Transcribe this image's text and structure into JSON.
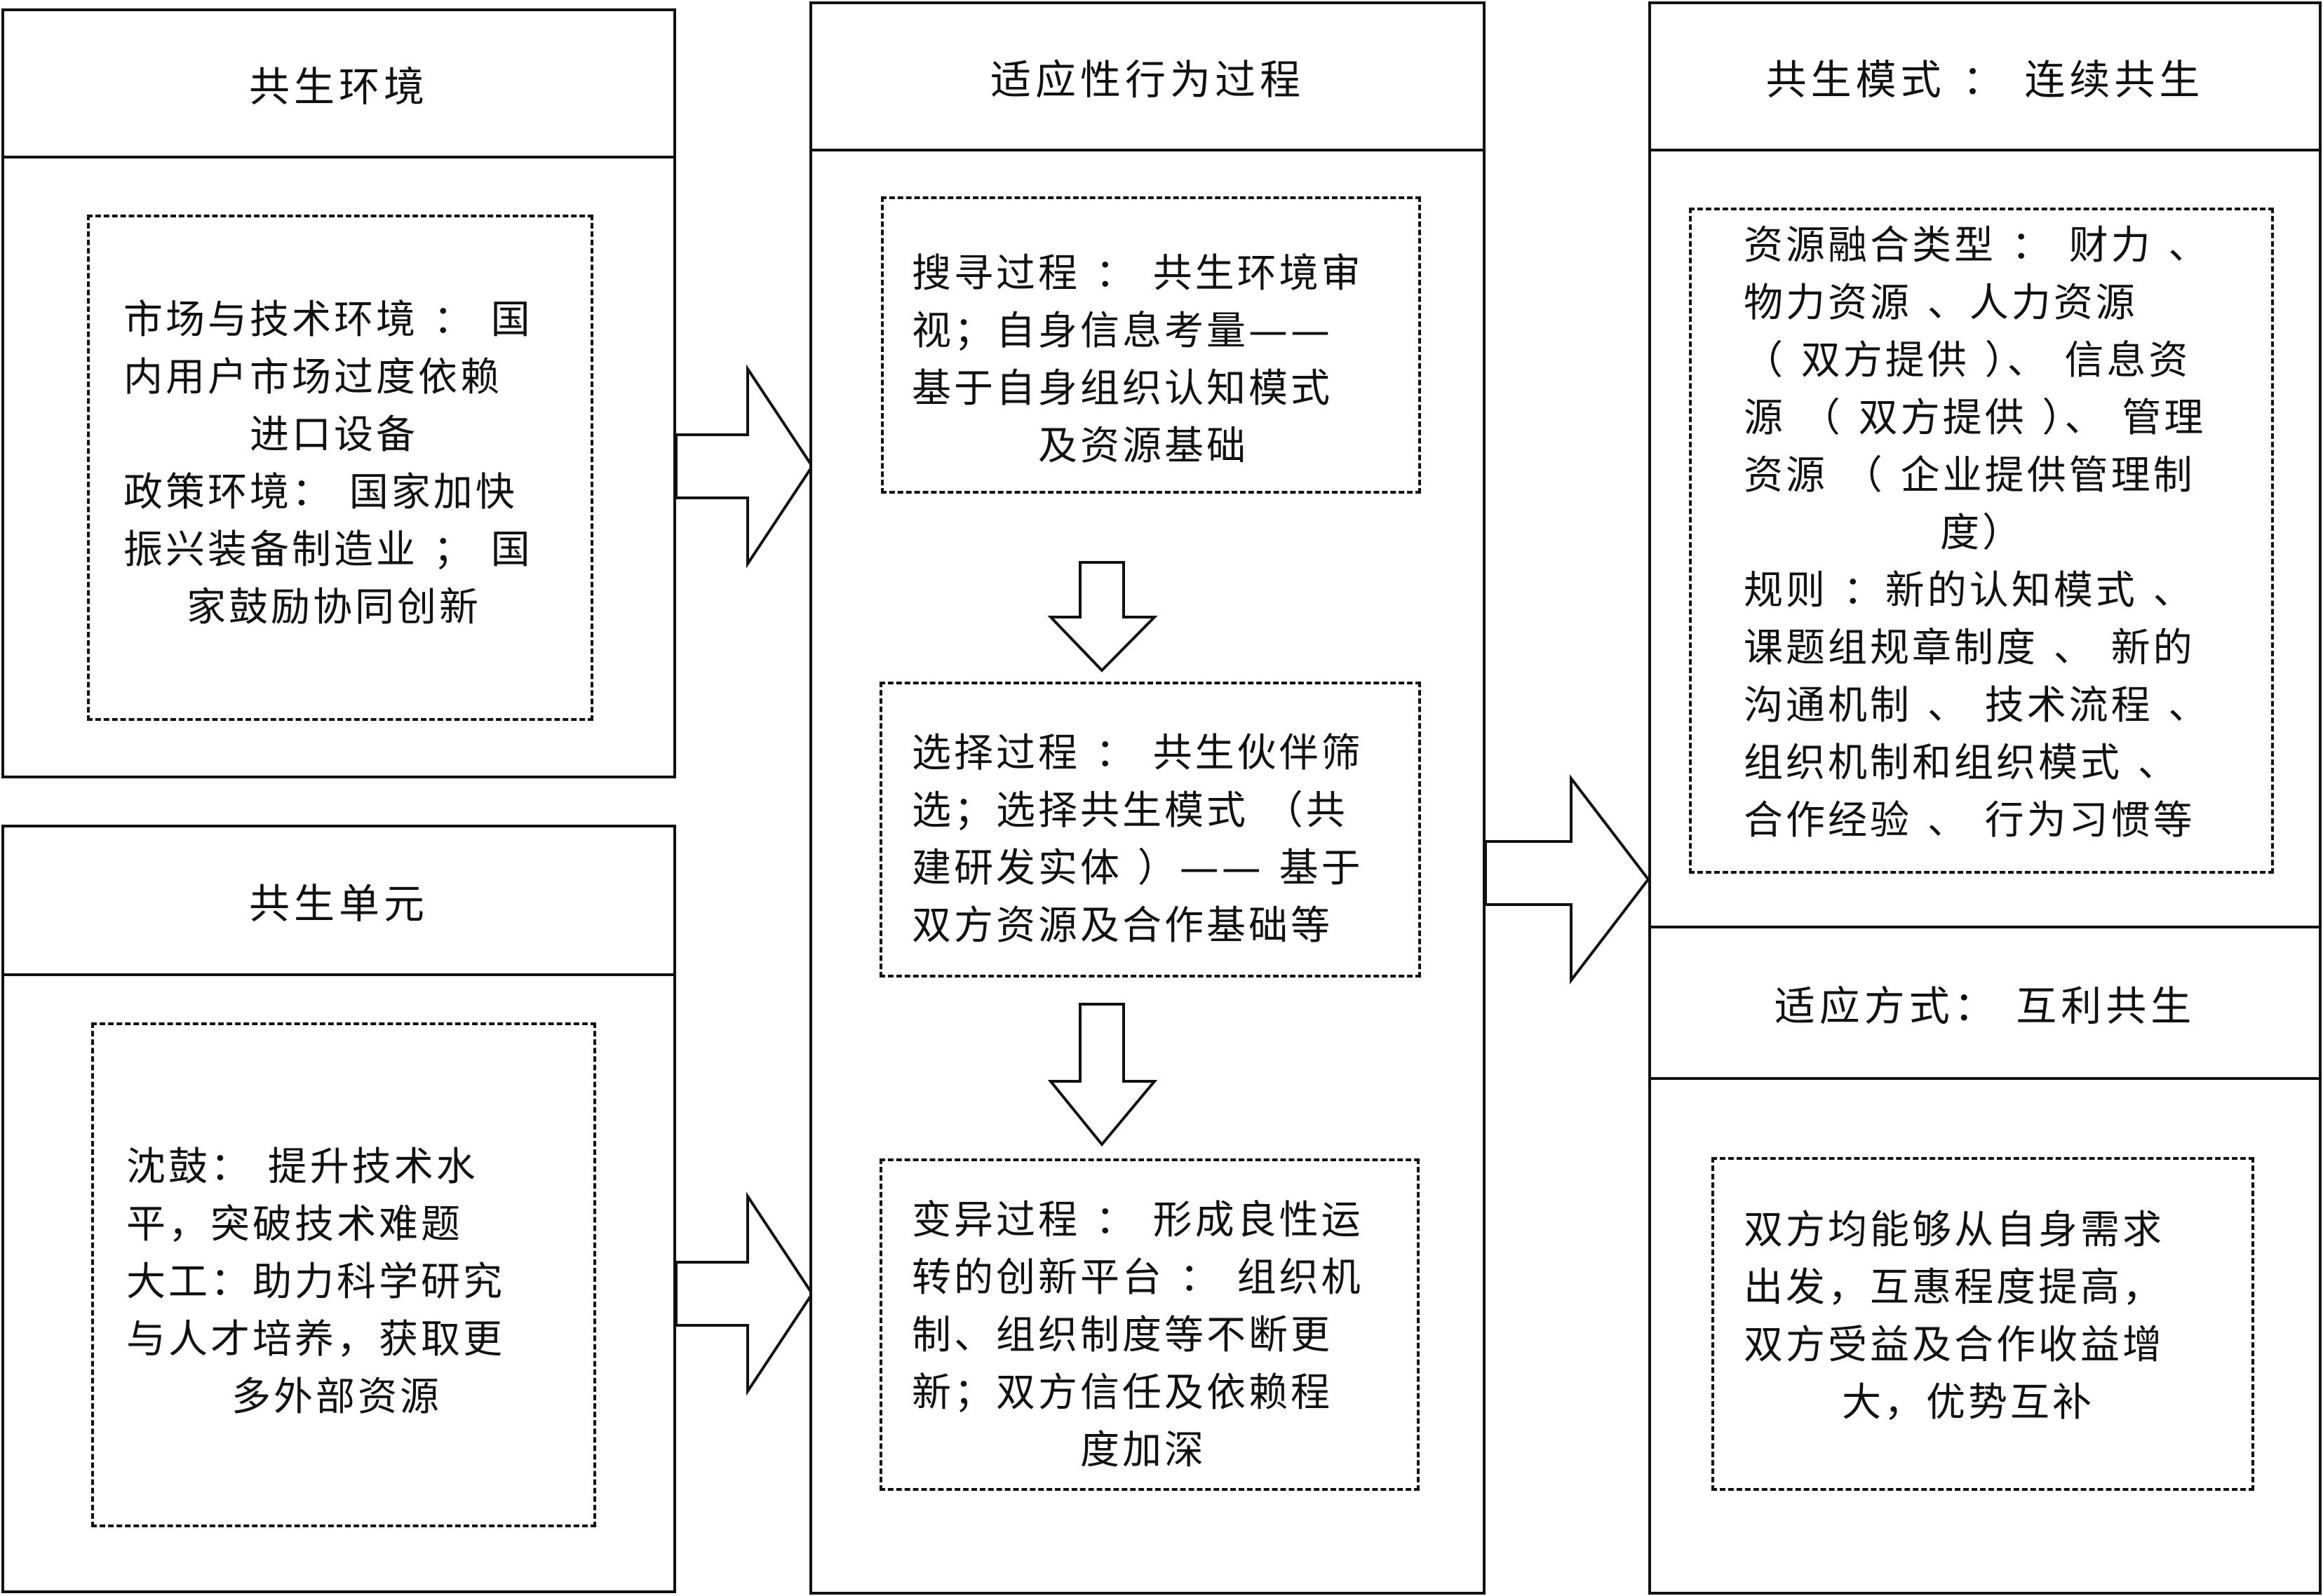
{
  "left": {
    "environment": {
      "title": "共生环境",
      "lines": [
        "市场与技术环境 ： 国",
        "内用户市场过度依赖",
        "进口设备",
        "政策环境： 国家加快",
        "振兴装备制造业 ； 国",
        "家鼓励协同创新"
      ]
    },
    "unit": {
      "title": "共生单元",
      "lines": [
        "沈鼓： 提升技术水",
        "平，突破技术难题",
        "大工：助力科学研究",
        "与人才培养，获取更",
        "多外部资源"
      ]
    }
  },
  "middle": {
    "title": "适应性行为过程",
    "search": {
      "lines": [
        "搜寻过程 ： 共生环境审",
        "视；自身信息考量——",
        "基于自身组织认知模式",
        "及资源基础"
      ]
    },
    "select": {
      "lines": [
        "选择过程 ： 共生伙伴筛",
        "选；选择共生模式 （共",
        "建研发实体 ）—— 基于",
        "双方资源及合作基础等"
      ]
    },
    "variation": {
      "lines": [
        "变异过程 ： 形成良性运",
        "转的创新平台 ： 组织机",
        "制、组织制度等不断更",
        "新；双方信任及依赖程",
        "度加深"
      ]
    }
  },
  "right": {
    "mode": {
      "title": "共生模式 ： 连续共生",
      "lines": [
        "资源融合类型 ： 财力 、",
        "物力资源 、人力资源",
        "（ 双方提供 ）、 信息资",
        "源 （ 双方提供 ）、 管理",
        "资源 （ 企业提供管理制",
        "度）",
        "规则 ：新的认知模式 、",
        "课题组规章制度 、 新的",
        "沟通机制 、 技术流程 、",
        "组织机制和组织模式 、",
        "合作经验 、 行为习惯等"
      ]
    },
    "adapt": {
      "title": "适应方式： 互利共生",
      "lines": [
        "双方均能够从自身需求",
        "出发，互惠程度提高，",
        "双方受益及合作收益增",
        "大，优势互补"
      ]
    }
  }
}
